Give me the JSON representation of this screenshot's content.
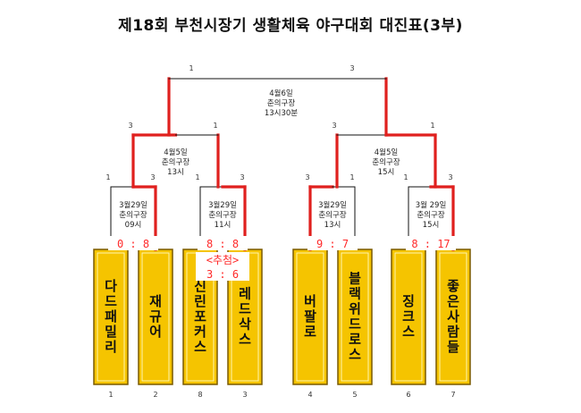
{
  "title": "제18회 부천시장기 생활체육 야구대회 대진표(3부)",
  "colors": {
    "win": "#e0201e",
    "line": "#111111",
    "gold": "#f5c400",
    "gold_edge": "#7a5a00",
    "score": "#ff2a2a"
  },
  "teams": [
    {
      "name": "다드패밀리",
      "seed": "1"
    },
    {
      "name": "재규어",
      "seed": "2"
    },
    {
      "name": "신린포커스",
      "seed": "8"
    },
    {
      "name": "레드삭스",
      "seed": "3"
    },
    {
      "name": "버팔로",
      "seed": "4"
    },
    {
      "name": "블랙위드로스",
      "seed": "5"
    },
    {
      "name": "징크스",
      "seed": "6"
    },
    {
      "name": "좋은사람들",
      "seed": "7"
    }
  ],
  "round1": [
    {
      "date": "3월29일",
      "venue": "춘의구장",
      "time": "09시",
      "left_label": "1",
      "right_label": "3",
      "score": "0 : 8",
      "winner": "right"
    },
    {
      "date": "3월29일",
      "venue": "춘의구장",
      "time": "11시",
      "left_label": "1",
      "right_label": "3",
      "score": "8 : 8",
      "note": "<추첨>",
      "score2": "3 : 6",
      "winner": "right"
    },
    {
      "date": "3월29일",
      "venue": "춘의구장",
      "time": "13시",
      "left_label": "3",
      "right_label": "1",
      "score": "9 : 7",
      "winner": "left"
    },
    {
      "date": "3월 29일",
      "venue": "춘의구장",
      "time": "15시",
      "left_label": "1",
      "right_label": "3",
      "score": "8 : 17",
      "winner": "right"
    }
  ],
  "round2": [
    {
      "date": "4월5일",
      "venue": "춘의구장",
      "time": "13시",
      "left_label": "3",
      "right_label": "1",
      "winner": "left"
    },
    {
      "date": "4월5일",
      "venue": "춘의구장",
      "time": "15시",
      "left_label": "3",
      "right_label": "1",
      "winner": "right"
    }
  ],
  "final": {
    "date": "4월6일",
    "venue": "춘의구장",
    "time": "13시30분",
    "left_label": "1",
    "right_label": "3"
  }
}
